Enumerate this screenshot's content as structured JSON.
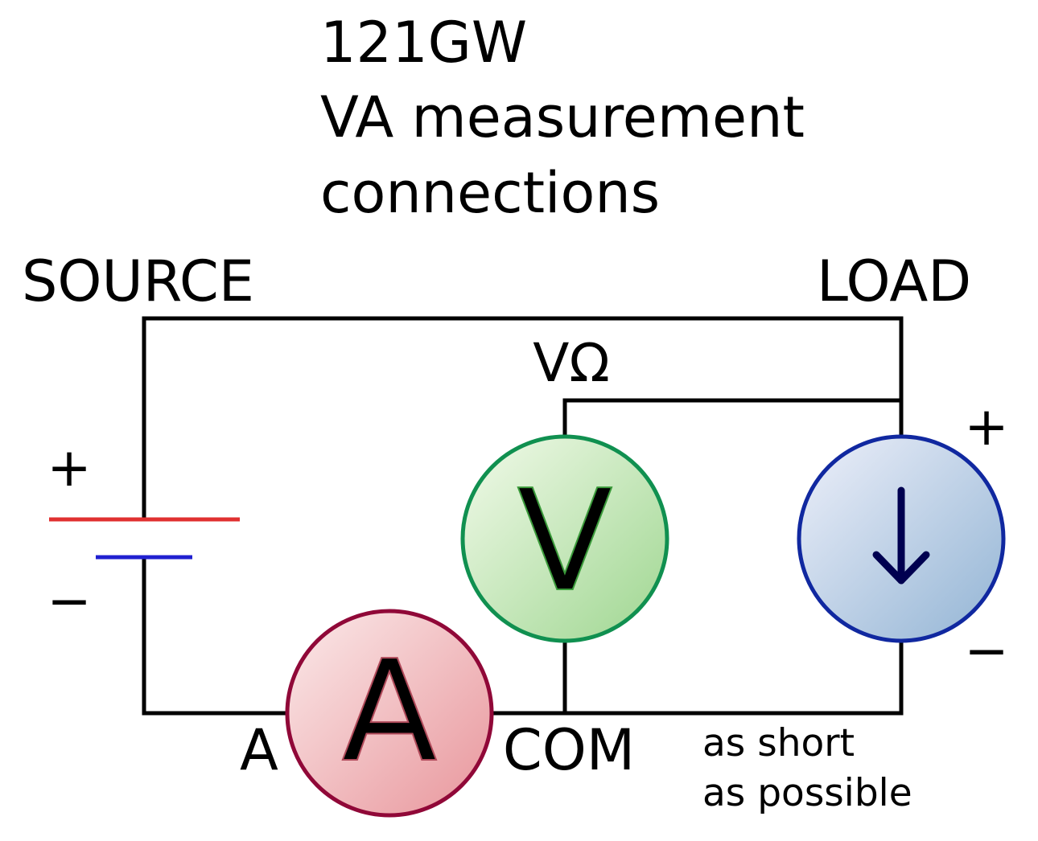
{
  "title": {
    "line1": "121GW",
    "line2": "VA measurement",
    "line3": "connections"
  },
  "labels": {
    "source": "SOURCE",
    "load": "LOAD",
    "vohm_terminal": "VΩ",
    "a_terminal": "A",
    "com_terminal": "COM",
    "battery_plus": "+",
    "battery_minus": "−",
    "load_plus": "+",
    "load_minus": "−"
  },
  "note": {
    "line1": "as short",
    "line2": "as possible"
  },
  "meters": {
    "voltmeter_symbol": "V",
    "ammeter_symbol": "A",
    "load_symbol": "↓"
  },
  "colors": {
    "battery_positive_plate": "#e03030",
    "battery_negative_plate": "#2020d0",
    "voltmeter_stroke": "#109050",
    "ammeter_stroke": "#900838",
    "load_stroke": "#1028a0"
  }
}
